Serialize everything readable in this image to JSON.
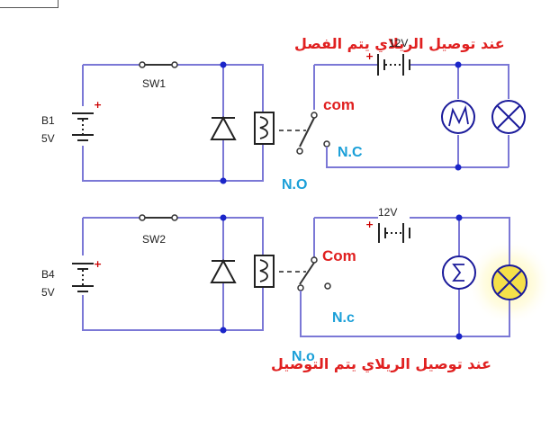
{
  "top": {
    "title": "عند توصيل الريلاي يتم الفصل",
    "switch_label": "SW1",
    "battery_label": "B1",
    "battery_voltage": "5V",
    "supply_voltage": "12V",
    "com_label": "com",
    "nc_label": "N.C",
    "no_label": "N.O",
    "lamp_state": "off"
  },
  "bottom": {
    "title": "عند توصيل الريلاي يتم التوصيل",
    "switch_label": "SW2",
    "battery_label": "B4",
    "battery_voltage": "5V",
    "supply_voltage": "12V",
    "com_label": "Com",
    "nc_label": "N.c",
    "no_label": "N.o",
    "lamp_state": "on"
  },
  "colors": {
    "wire": "#7b78d6",
    "node": "#1a25c9",
    "title_red": "#e02020",
    "label_blue": "#1a9fd8",
    "lamp_on": "#f5e04a"
  }
}
